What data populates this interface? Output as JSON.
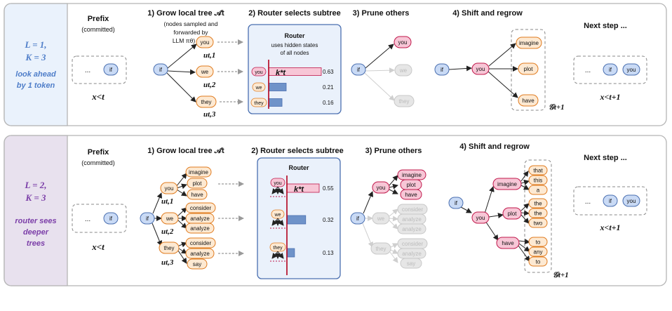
{
  "panels": [
    {
      "label": {
        "line1": "L = 1,",
        "line2": "K = 3",
        "note1": "look ahead",
        "note2": "by 1 token"
      },
      "prefix": {
        "title": "Prefix",
        "subtitle": "(committed)",
        "dots": "...",
        "token": "if",
        "var": "x<t"
      },
      "step1": {
        "title": "1) Grow local tree 𝒜t",
        "note1": "(nodes sampled and",
        "note2": "forwarded by",
        "note3": "LLM πθ)"
      },
      "step2": {
        "title": "2) Router selects subtree",
        "router_title": "Router",
        "router_sub1": "uses hidden states",
        "router_sub2": "of all nodes",
        "kstar": "k*t"
      },
      "step3": {
        "title": "3) Prune others"
      },
      "step4": {
        "title": "4) Shift and regrow",
        "g_label": "𝒢t+1"
      },
      "next": {
        "title": "Next step ...",
        "dots": "...",
        "t1": "if",
        "t2": "you",
        "var": "x<t+1"
      }
    },
    {
      "label": {
        "line1": "L = 2,",
        "line2": "K = 3",
        "note1": "router sees",
        "note2": "deeper",
        "note3": "trees"
      },
      "prefix": {
        "title": "Prefix",
        "subtitle": "(committed)",
        "dots": "...",
        "token": "if",
        "var": "x<t"
      },
      "step1": {
        "title": "1) Grow local tree 𝒜t"
      },
      "step2": {
        "title": "2) Router selects subtree",
        "router_title": "Router",
        "kstar": "k*t"
      },
      "step3": {
        "title": "3) Prune others"
      },
      "step4": {
        "title": "4) Shift and regrow",
        "g_label": "𝒢t+1"
      },
      "next": {
        "title": "Next step ...",
        "dots": "...",
        "t1": "if",
        "t2": "you",
        "var": "x<t+1"
      }
    }
  ],
  "tokens": {
    "if": "if",
    "you": "you",
    "we": "we",
    "they": "they",
    "imagine": "imagine",
    "plot": "plot",
    "have": "have",
    "consider": "consider",
    "analyze": "analyze",
    "say": "say",
    "that": "that",
    "this": "this",
    "a": "a",
    "the": "the",
    "two": "two",
    "to": "to",
    "any": "any"
  },
  "utags": [
    "ut,1",
    "ut,2",
    "ut,3"
  ],
  "chart_data": [
    {
      "type": "bar",
      "categories": [
        "you",
        "we",
        "they"
      ],
      "values": [
        0.63,
        0.21,
        0.16
      ],
      "value_labels": [
        "0.63",
        "0.21",
        "0.16"
      ],
      "highlight_color": "#f7c6d6",
      "bar_color": "#6f93c9"
    },
    {
      "type": "bar",
      "categories": [
        "you",
        "we",
        "they"
      ],
      "values": [
        0.55,
        0.32,
        0.13
      ],
      "value_labels": [
        "0.55",
        "0.32",
        "0.13"
      ],
      "highlight_color": "#f7c6d6",
      "bar_color": "#6f93c9"
    }
  ],
  "colors": {
    "blue_node": "#c9daf5",
    "blue_stroke": "#4a6fb0",
    "orange_node": "#fde9d2",
    "orange_stroke": "#e07b1f",
    "pink_node": "#f7c6d6",
    "pink_stroke": "#c0184b",
    "gray_node": "#e6e6e6",
    "gray_stroke": "#c8c8c8",
    "router_bg": "#eaf1fb",
    "panel1_label_bg": "#eaf2fc",
    "panel2_label_bg": "#e8e1ee",
    "label_blue": "#4f7ec9",
    "label_purple": "#7b3ea8"
  }
}
